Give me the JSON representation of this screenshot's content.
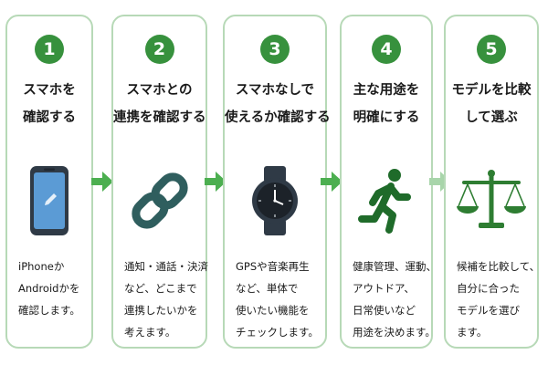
{
  "steps": [
    {
      "number": "1",
      "title": [
        "スマホを",
        "確認する"
      ],
      "icon": "smartphone-icon",
      "desc": [
        "iPhoneか",
        "Androidかを",
        "確認します。"
      ]
    },
    {
      "number": "2",
      "title": [
        "スマホとの",
        "連携を確認する"
      ],
      "icon": "chain-link-icon",
      "desc": [
        "通知・通話・決済",
        "など、どこまで",
        "連携したいかを",
        "考えます。"
      ]
    },
    {
      "number": "3",
      "title": [
        "スマホなしで",
        "使えるか確認する"
      ],
      "icon": "smartwatch-icon",
      "desc": [
        "GPSや音楽再生",
        "など、単体で",
        "使いたい機能を",
        "チェックします。"
      ]
    },
    {
      "number": "4",
      "title": [
        "主な用途を",
        "明確にする"
      ],
      "icon": "running-person-icon",
      "desc": [
        "健康管理、運動、",
        "アウトドア、",
        "日常使いなど",
        "用途を決めます。"
      ]
    },
    {
      "number": "5",
      "title": [
        "モデルを比較",
        "して選ぶ"
      ],
      "icon": "balance-scale-icon",
      "desc": [
        "候補を比較して、",
        "自分に合った",
        "モデルを選び",
        "ます。"
      ]
    }
  ],
  "colors": {
    "accent": "#37913d",
    "card_border": "#b7d9b7",
    "arrow": "#4caf50",
    "arrow_light": "#a8d5aa",
    "phone_screen": "#5b9bd5",
    "watch_body": "#2f3a46",
    "text": "#1a1a1a"
  }
}
